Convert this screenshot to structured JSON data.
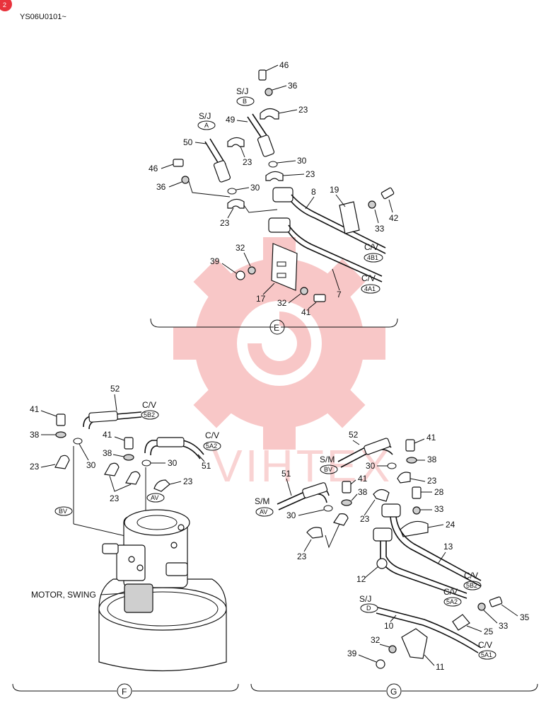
{
  "header": {
    "doc_code": "YS06U0101~",
    "badge": "2"
  },
  "watermark": {
    "text": "VIHTEX",
    "color": "#e83a3a"
  },
  "section_e": {
    "view_label": "E",
    "callouts": {
      "c46a": "46",
      "c36a": "36",
      "c23a": "23",
      "sj_b": "S/J",
      "tag_b": "B",
      "c49": "49",
      "sj_a": "S/J",
      "tag_a": "A",
      "c50": "50",
      "c23b": "23",
      "c30a": "30",
      "c46b": "46",
      "c23c": "23",
      "c36b": "36",
      "c30b": "30",
      "c8": "8",
      "c19": "19",
      "c42": "42",
      "c33": "33",
      "c23d": "23",
      "cv1": "C/V",
      "tag_4b1": "4B1",
      "c32a": "32",
      "c39": "39",
      "cv2": "C/V",
      "tag_4a1": "4A1",
      "c17": "17",
      "c32b": "32",
      "c41": "41",
      "c7": "7"
    }
  },
  "section_f": {
    "view_label": "F",
    "motor_label": "MOTOR, SWING",
    "callouts": {
      "c52": "52",
      "cv1": "C/V",
      "tag_5b2": "5B2",
      "c41a": "41",
      "c38a": "38",
      "c30a": "30",
      "c23a": "23",
      "c41b": "41",
      "cv2": "C/V",
      "tag_5a2": "5A2",
      "c38b": "38",
      "c30b": "30",
      "c51": "51",
      "c23b": "23",
      "c23c": "23",
      "tag_av": "AV",
      "tag_bv": "BV"
    }
  },
  "section_g": {
    "view_label": "G",
    "callouts": {
      "c52": "52",
      "c41a": "41",
      "sm1": "S/M",
      "tag_bv": "BV",
      "c30a": "30",
      "c38a": "38",
      "c51": "51",
      "c23a": "23",
      "c41b": "41",
      "c28": "28",
      "sm2": "S/M",
      "tag_av": "AV",
      "c38b": "38",
      "c33a": "33",
      "c30b": "30",
      "c23b": "23",
      "c24": "24",
      "c23c": "23",
      "c13": "13",
      "c12": "12",
      "cv1": "C/V",
      "tag_5b2": "5B2",
      "cv2": "C/V",
      "tag_5a2": "5A2",
      "sj": "S/J",
      "tag_d": "D",
      "c10": "10",
      "c35": "35",
      "c33b": "33",
      "c25": "25",
      "c32": "32",
      "cv3": "C/V",
      "tag_5a1": "5A1",
      "c39": "39",
      "c11": "11"
    }
  }
}
